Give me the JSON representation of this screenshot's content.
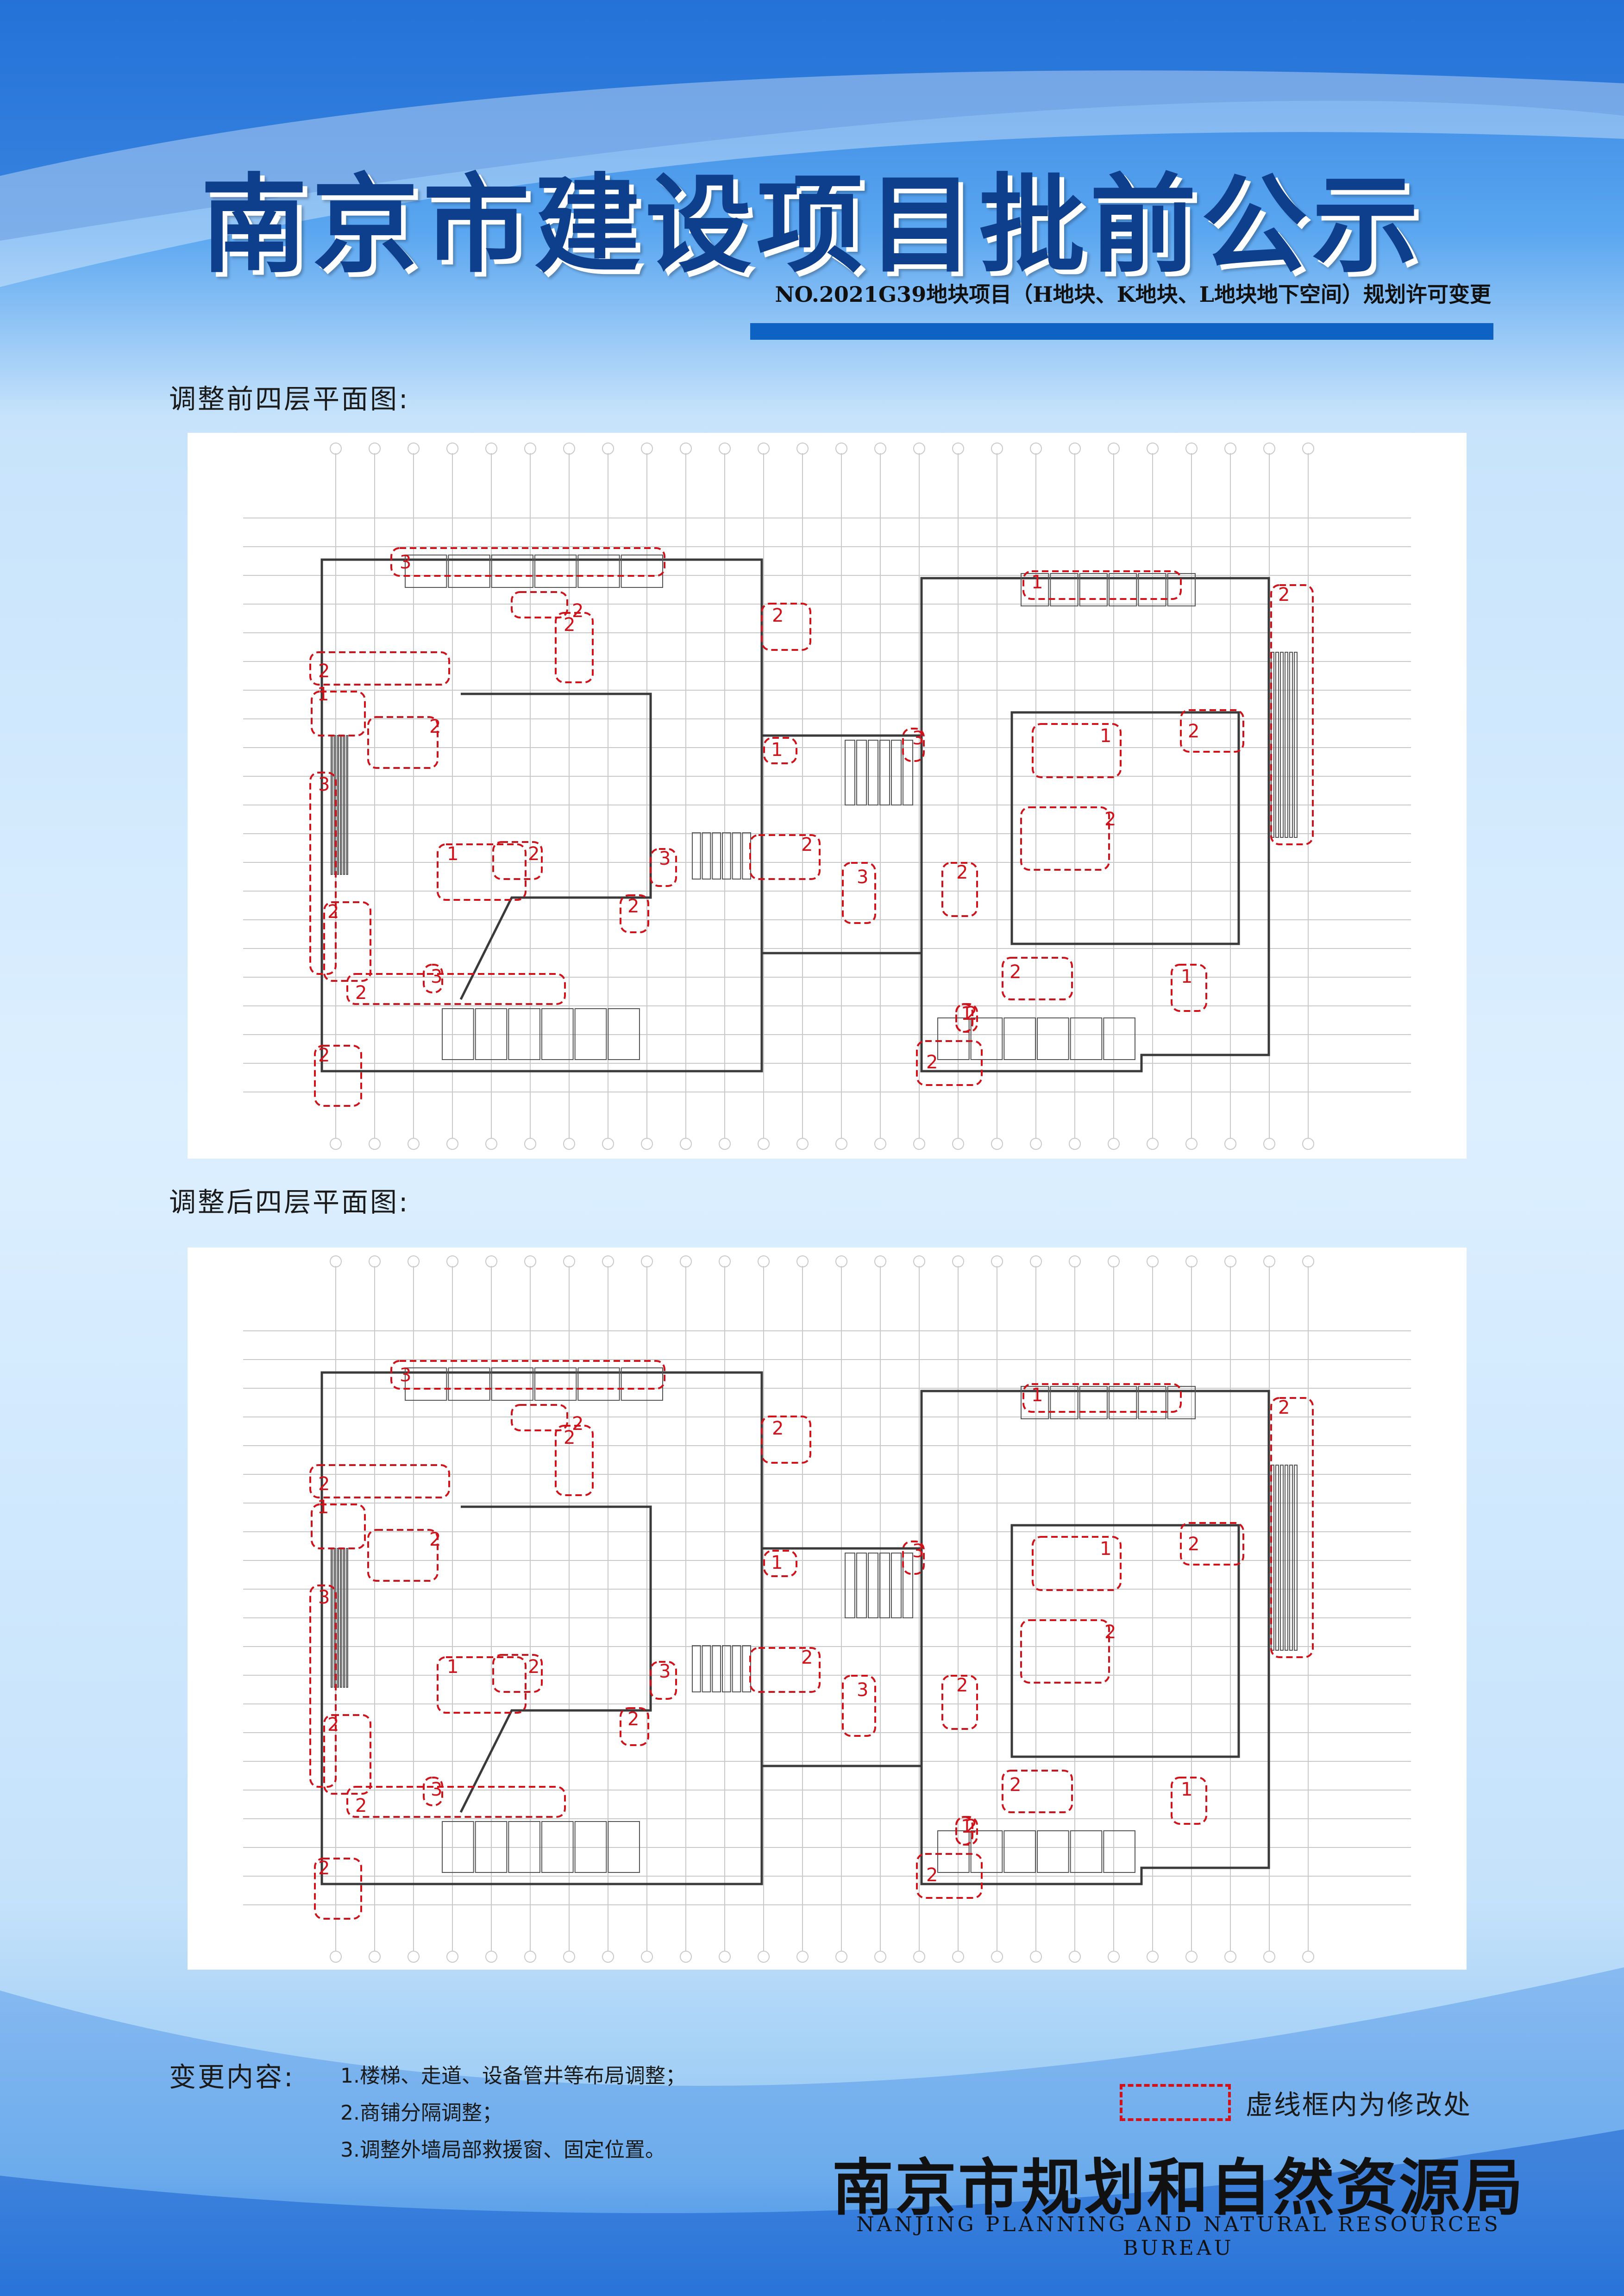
{
  "header": {
    "title": "南京市建设项目批前公示",
    "subtitle": "NO.2021G39地块项目（H地块、K地块、L地块地下空间）规划许可变更"
  },
  "plans": [
    {
      "label": "调整前四层平面图:"
    },
    {
      "label": "调整后四层平面图:"
    }
  ],
  "changes": {
    "label": "变更内容:",
    "items": [
      "1.楼梯、走道、设备管井等布局调整；",
      "2.商铺分隔调整；",
      "3.调整外墙局部救援窗、固定位置。"
    ]
  },
  "legend": {
    "text": "虚线框内为修改处"
  },
  "footer": {
    "bureau_cn": "南京市规划和自然资源局",
    "bureau_en": "NANJING PLANNING AND NATURAL RESOURCES BUREAU"
  },
  "colors": {
    "accent": "#0d62c4",
    "title": "#0e3f8c",
    "markup": "#d0121b"
  },
  "markers": [
    {
      "n": "3"
    },
    {
      "n": "2"
    },
    {
      "n": "2"
    },
    {
      "n": "1"
    },
    {
      "n": "2"
    },
    {
      "n": "3"
    },
    {
      "n": "2"
    },
    {
      "n": "2"
    },
    {
      "n": "1"
    },
    {
      "n": "2"
    },
    {
      "n": "2"
    },
    {
      "n": "1"
    },
    {
      "n": "2"
    },
    {
      "n": "3"
    },
    {
      "n": "1"
    },
    {
      "n": "2"
    },
    {
      "n": "3"
    },
    {
      "n": "3"
    },
    {
      "n": "2"
    },
    {
      "n": "2"
    },
    {
      "n": "2"
    },
    {
      "n": "1"
    },
    {
      "n": "2"
    },
    {
      "n": "2"
    },
    {
      "n": "2"
    },
    {
      "n": "2"
    },
    {
      "n": "2"
    },
    {
      "n": "1"
    },
    {
      "n": "1"
    },
    {
      "n": "2"
    },
    {
      "n": "3"
    }
  ]
}
